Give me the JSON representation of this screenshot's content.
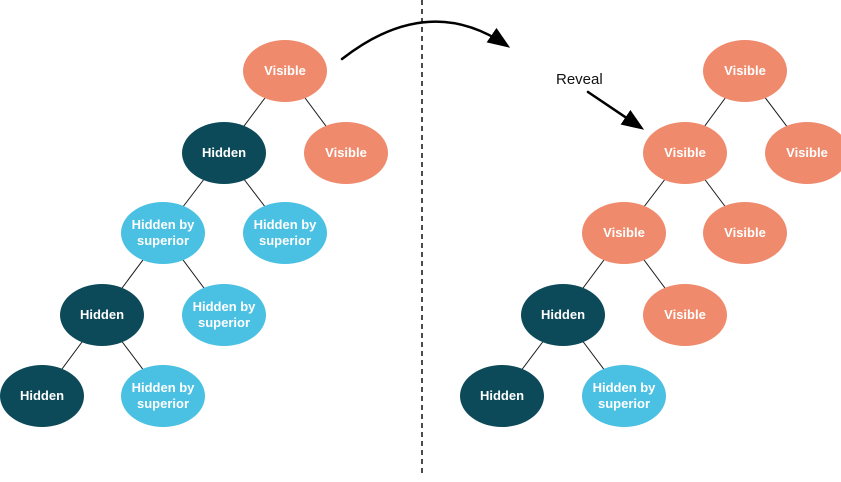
{
  "diagram": {
    "annotation_label": "Reveal",
    "colors": {
      "visible": "#EF8A6C",
      "hidden": "#0D4A59",
      "hidden_by_superior": "#4AC0E2",
      "edge": "#1a1a1a",
      "arrow": "#000000"
    },
    "left_tree": {
      "name": "before",
      "nodes": [
        {
          "label": "Visible",
          "state": "visible"
        },
        {
          "label": "Hidden",
          "state": "hidden"
        },
        {
          "label": "Visible",
          "state": "visible"
        },
        {
          "label": "Hidden by superior",
          "state": "hidden_by_superior"
        },
        {
          "label": "Hidden by superior",
          "state": "hidden_by_superior"
        },
        {
          "label": "Hidden",
          "state": "hidden"
        },
        {
          "label": "Hidden by superior",
          "state": "hidden_by_superior"
        },
        {
          "label": "Hidden",
          "state": "hidden"
        },
        {
          "label": "Hidden by superior",
          "state": "hidden_by_superior"
        }
      ],
      "edges": [
        [
          0,
          1
        ],
        [
          0,
          2
        ],
        [
          1,
          3
        ],
        [
          1,
          4
        ],
        [
          3,
          5
        ],
        [
          3,
          6
        ],
        [
          5,
          7
        ],
        [
          5,
          8
        ]
      ]
    },
    "right_tree": {
      "name": "after",
      "nodes": [
        {
          "label": "Visible",
          "state": "visible"
        },
        {
          "label": "Visible",
          "state": "visible"
        },
        {
          "label": "Visible",
          "state": "visible"
        },
        {
          "label": "Visible",
          "state": "visible"
        },
        {
          "label": "Visible",
          "state": "visible"
        },
        {
          "label": "Hidden",
          "state": "hidden"
        },
        {
          "label": "Visible",
          "state": "visible"
        },
        {
          "label": "Hidden",
          "state": "hidden"
        },
        {
          "label": "Hidden by superior",
          "state": "hidden_by_superior"
        }
      ],
      "edges": [
        [
          0,
          1
        ],
        [
          0,
          2
        ],
        [
          1,
          3
        ],
        [
          1,
          4
        ],
        [
          3,
          5
        ],
        [
          3,
          6
        ],
        [
          5,
          7
        ],
        [
          5,
          8
        ]
      ]
    }
  }
}
